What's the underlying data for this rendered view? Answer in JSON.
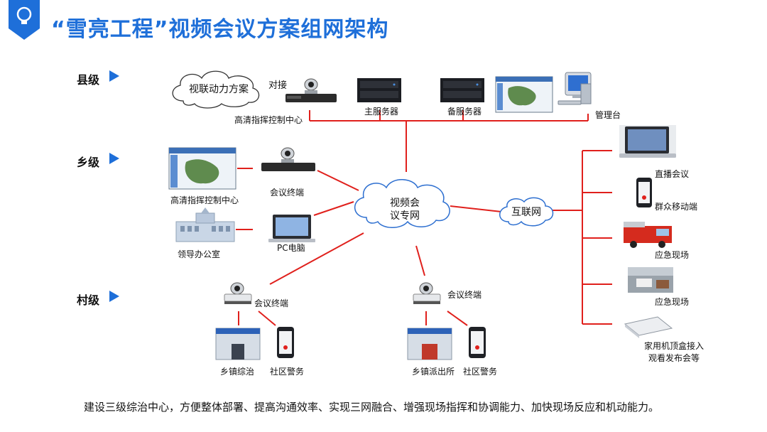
{
  "title": "“雪亮工程”视频会议方案组网架构",
  "tiers": {
    "county": "县级",
    "township": "乡级",
    "village": "村级"
  },
  "county": {
    "cloud": "视联动力方案",
    "connect": "对接",
    "command_center": "高清指挥控制中心",
    "main_server": "主服务器",
    "backup_server": "备服务器",
    "console": "管理台"
  },
  "township": {
    "command_center": "高清指挥控制中心",
    "terminal": "会议终端",
    "leader_office": "领导办公室",
    "pc": "PC电脑"
  },
  "core": {
    "network_line1": "视频会",
    "network_line2": "议专网",
    "internet": "互联网"
  },
  "village": {
    "left_terminal": "会议终端",
    "left_site": "乡镇综治",
    "left_police": "社区警务",
    "right_terminal": "会议终端",
    "right_site": "乡镇派出所",
    "right_police": "社区警务"
  },
  "internet_side": {
    "live": "直播会议",
    "mobile": "群众移动端",
    "emergency1": "应急现场",
    "emergency2": "应急现场",
    "stb_line1": "家用机顶盒接入",
    "stb_line2": "观看发布会等"
  },
  "footer": "建设三级综治中心，方便整体部署、提高沟通效率、实现三网融合、增强现场指挥和协调能力、加快现场反应和机动能力。",
  "colors": {
    "accent": "#1e6fd9",
    "link": "#e0201c"
  }
}
